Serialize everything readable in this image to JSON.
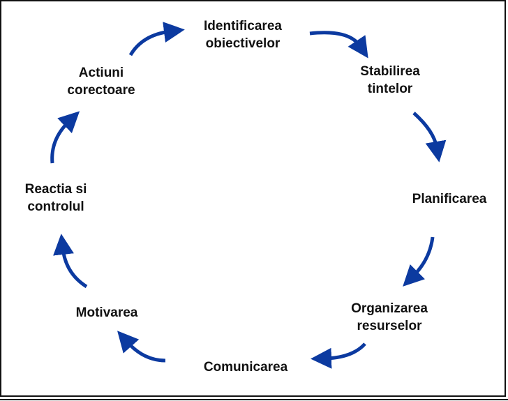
{
  "diagram": {
    "arrow_color": "#0c3aa0",
    "steps": [
      {
        "id": "identificarea",
        "lines": [
          "Identificarea",
          "obiectivelor"
        ]
      },
      {
        "id": "stabilirea",
        "lines": [
          "Stabilirea",
          "tintelor"
        ]
      },
      {
        "id": "planificarea",
        "lines": [
          "Planificarea"
        ]
      },
      {
        "id": "organizarea",
        "lines": [
          "Organizarea",
          "resurselor"
        ]
      },
      {
        "id": "comunicarea",
        "lines": [
          "Comunicarea"
        ]
      },
      {
        "id": "motivarea",
        "lines": [
          "Motivarea"
        ]
      },
      {
        "id": "reactia",
        "lines": [
          "Reactia si",
          "controlul"
        ]
      },
      {
        "id": "actiuni",
        "lines": [
          "Actiuni",
          "corectoare"
        ]
      }
    ]
  }
}
